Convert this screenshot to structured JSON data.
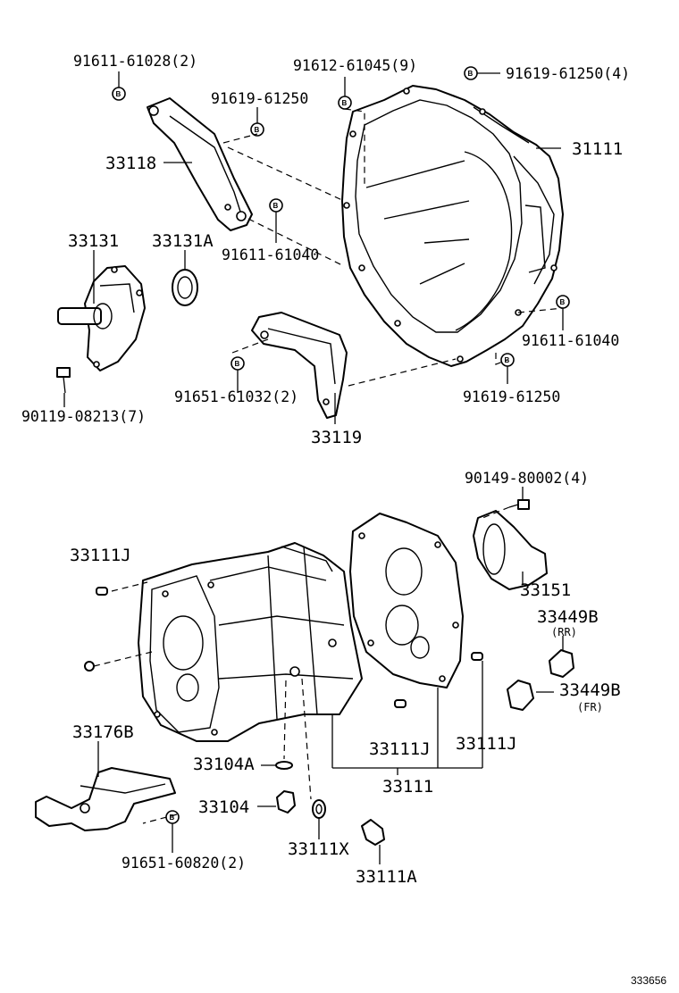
{
  "diagram": {
    "id_number": "333656",
    "bolt_marker": "B",
    "labels": {
      "p91611_61028": "91611-61028(2)",
      "p91612_61045": "91612-61045(9)",
      "p91619_61250_4": "91619-61250(4)",
      "p91619_61250_a": "91619-61250",
      "p31111": "31111",
      "p33118": "33118",
      "p33131": "33131",
      "p33131A": "33131A",
      "p91611_61040_a": "91611-61040",
      "p91611_61040_b": "91611-61040",
      "p91651_61032": "91651-61032(2)",
      "p90119_08213": "90119-08213(7)",
      "p33119": "33119",
      "p91619_61250_b": "91619-61250",
      "p90149_80002": "90149-80002(4)",
      "p33111J_a": "33111J",
      "p33151": "33151",
      "p33449B_rr": "33449B",
      "rr": "(RR)",
      "p33449B_fr": "33449B",
      "fr": "(FR)",
      "p33176B": "33176B",
      "p33104A": "33104A",
      "p33111J_b": "33111J",
      "p33111J_c": "33111J",
      "p33111": "33111",
      "p33104": "33104",
      "p91651_60820": "91651-60820(2)",
      "p33111X": "33111X",
      "p33111A": "33111A"
    }
  }
}
